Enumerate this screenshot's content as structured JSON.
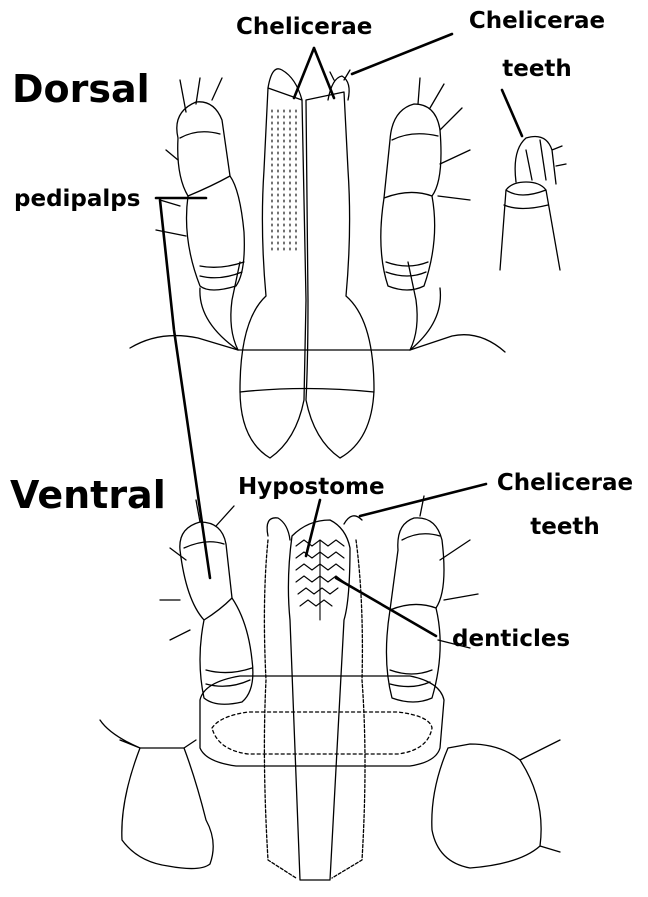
{
  "diagram": {
    "views": {
      "dorsal": "Dorsal",
      "ventral": "Ventral"
    },
    "labels": {
      "chelicerae": "Chelicerae",
      "chelicerae_teeth_top_line1": "Chelicerae",
      "chelicerae_teeth_top_line2": "teeth",
      "pedipalps": "pedipalps",
      "hypostome": "Hypostome",
      "chelicerae_teeth_bottom_line1": "Chelicerae",
      "chelicerae_teeth_bottom_line2": "teeth",
      "denticles": "denticles"
    },
    "colors": {
      "ink": "#000000",
      "paper": "#ffffff"
    }
  }
}
